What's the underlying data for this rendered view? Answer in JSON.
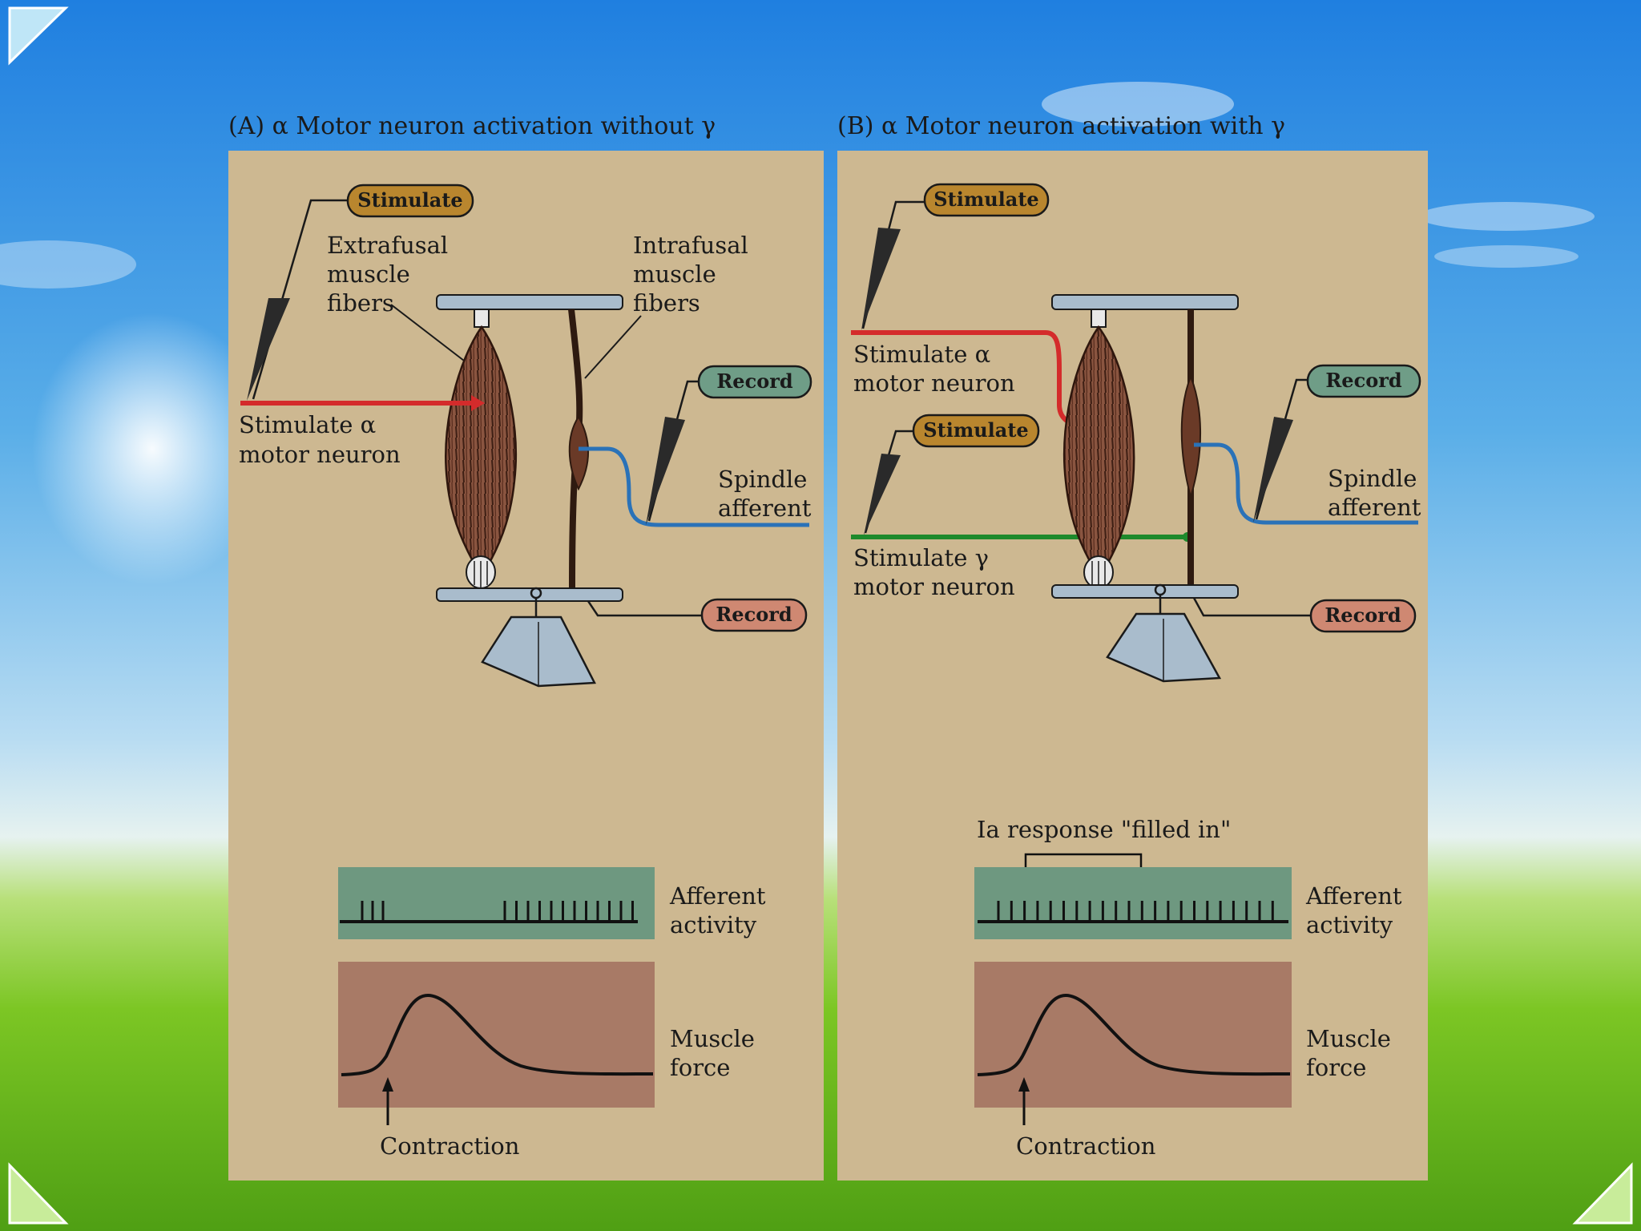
{
  "colors": {
    "panel": "#cdb891",
    "stimulate_pill": "#b9862e",
    "record_green_pill": "#6f9d87",
    "record_red_pill": "#cf8872",
    "afferent_box": "#6e9880",
    "force_box": "#a87a66",
    "alpha_line": "#d42b2b",
    "gamma_line": "#1d8a2c",
    "spindle_line": "#2a72b8",
    "muscle": "#7a4a34",
    "plate": "#a9bccc"
  },
  "panel_a": {
    "title": "(A)  α Motor neuron activation without γ",
    "stimulate": "Stimulate",
    "extrafusal": [
      "Extrafusal",
      "muscle",
      "fibers"
    ],
    "intrafusal": [
      "Intrafusal",
      "muscle",
      "fibers"
    ],
    "stim_alpha": [
      "Stimulate α",
      "motor neuron"
    ],
    "record_spindle": "Record",
    "spindle": [
      "Spindle",
      "afferent"
    ],
    "record_force": "Record",
    "afferent": [
      "Afferent",
      "activity"
    ],
    "force": [
      "Muscle",
      "force"
    ],
    "contraction": "Contraction"
  },
  "panel_b": {
    "title": "(B)  α Motor neuron activation with γ",
    "stimulate_alpha": "Stimulate",
    "stim_alpha": [
      "Stimulate α",
      "motor neuron"
    ],
    "stimulate_gamma": "Stimulate",
    "stim_gamma": [
      "Stimulate γ",
      "motor neuron"
    ],
    "record_spindle": "Record",
    "spindle": [
      "Spindle",
      "afferent"
    ],
    "record_force": "Record",
    "ia_response": "Ia response \"filled in\"",
    "afferent": [
      "Afferent",
      "activity"
    ],
    "force": [
      "Muscle",
      "force"
    ],
    "contraction": "Contraction"
  }
}
